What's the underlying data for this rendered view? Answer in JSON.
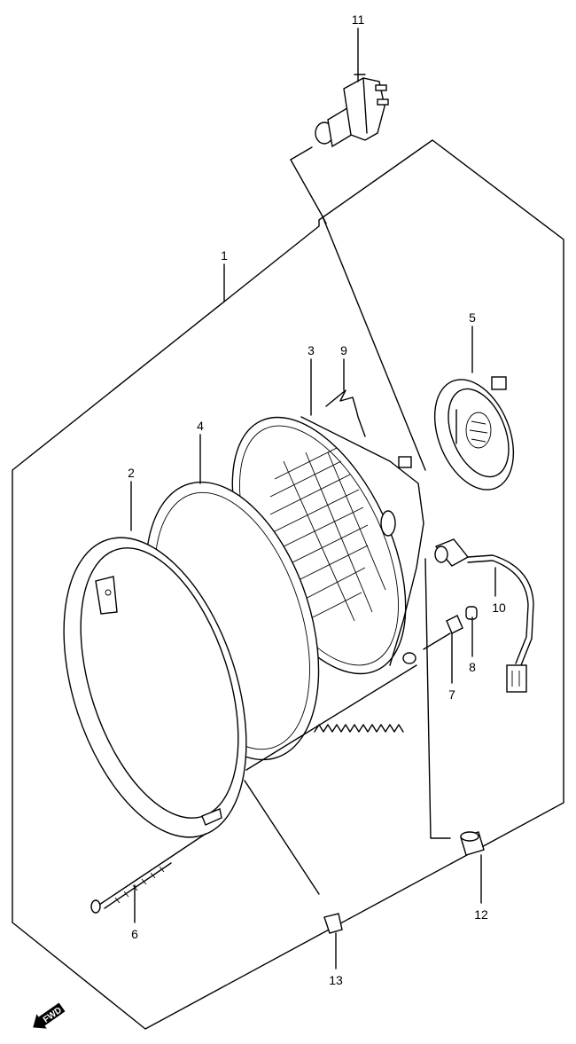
{
  "callouts": [
    {
      "id": "1",
      "text": "1"
    },
    {
      "id": "2",
      "text": "2"
    },
    {
      "id": "3",
      "text": "3"
    },
    {
      "id": "4",
      "text": "4"
    },
    {
      "id": "5",
      "text": "5"
    },
    {
      "id": "6",
      "text": "6"
    },
    {
      "id": "7",
      "text": "7"
    },
    {
      "id": "8",
      "text": "8"
    },
    {
      "id": "9",
      "text": "9"
    },
    {
      "id": "10",
      "text": "10"
    },
    {
      "id": "11",
      "text": "11"
    },
    {
      "id": "12",
      "text": "12"
    },
    {
      "id": "13",
      "text": "13"
    }
  ],
  "fwd_badge": {
    "text": "FWD"
  }
}
